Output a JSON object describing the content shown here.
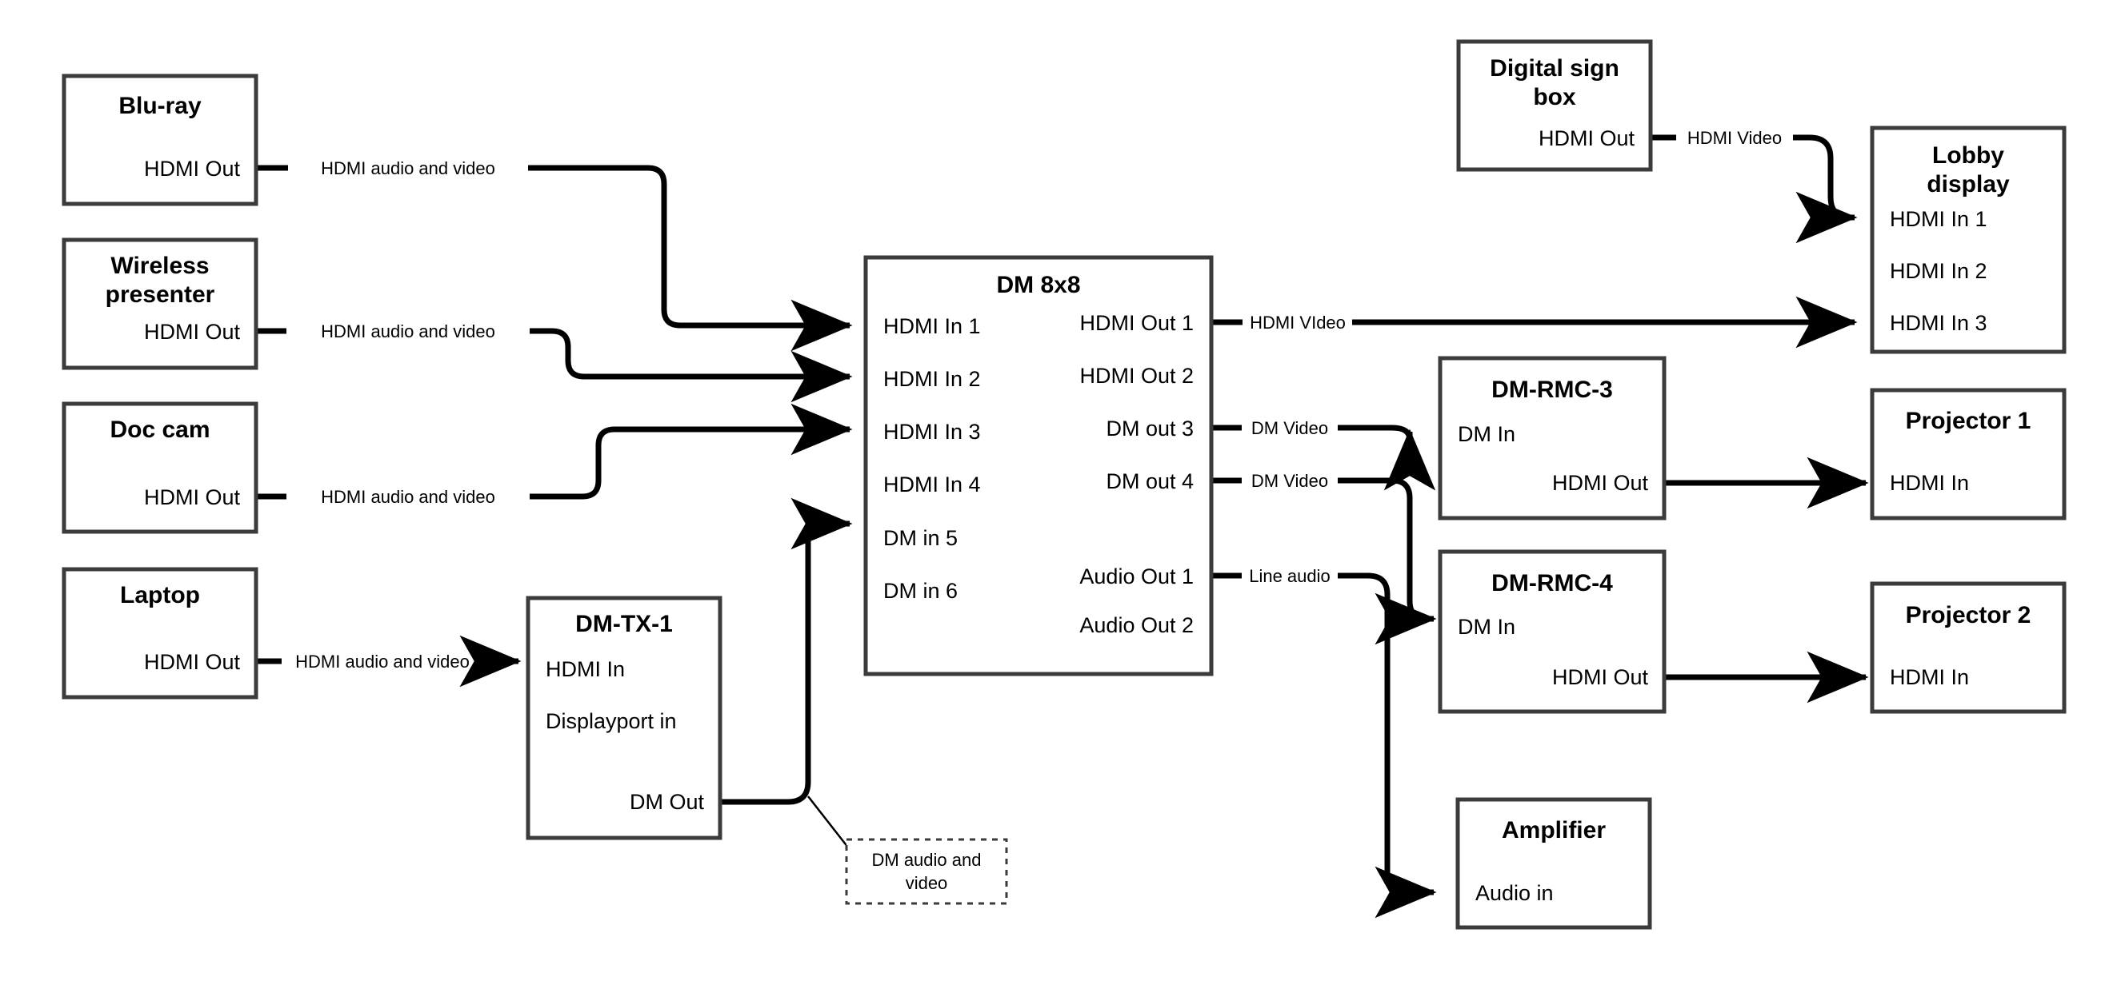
{
  "diagram": {
    "title": "AV signal flow diagram",
    "colors": {
      "box_stroke": "#3b3b3b",
      "wire": "#000000",
      "background": "#ffffff"
    },
    "nodes": [
      {
        "id": "blu-ray",
        "title": "Blu-ray",
        "ports_right": [
          "HDMI Out"
        ],
        "ports_left": []
      },
      {
        "id": "wireless-presenter",
        "title": "Wireless presenter",
        "title_lines": [
          "Wireless",
          "presenter"
        ],
        "ports_right": [
          "HDMI Out"
        ],
        "ports_left": []
      },
      {
        "id": "doc-cam",
        "title": "Doc cam",
        "ports_right": [
          "HDMI Out"
        ],
        "ports_left": []
      },
      {
        "id": "laptop",
        "title": "Laptop",
        "ports_right": [
          "HDMI Out"
        ],
        "ports_left": []
      },
      {
        "id": "dm-tx-1",
        "title": "DM-TX-1",
        "ports_left": [
          "HDMI In",
          "Displayport in"
        ],
        "ports_right": [
          "DM Out"
        ]
      },
      {
        "id": "dm-8x8",
        "title": "DM 8x8",
        "ports_left": [
          "HDMI In 1",
          "HDMI In 2",
          "HDMI In 3",
          "HDMI In 4",
          "DM in 5",
          "DM in 6"
        ],
        "ports_right": [
          "HDMI Out 1",
          "HDMI Out 2",
          "DM out 3",
          "DM out 4",
          "Audio Out 1",
          "Audio Out 2"
        ]
      },
      {
        "id": "digital-sign-box",
        "title": "Digital sign box",
        "title_lines": [
          "Digital sign",
          "box"
        ],
        "ports_right": [
          "HDMI Out"
        ]
      },
      {
        "id": "lobby-display",
        "title": "Lobby display",
        "title_lines": [
          "Lobby",
          "display"
        ],
        "ports_left": [
          "HDMI In 1",
          "HDMI In 2",
          "HDMI In 3"
        ]
      },
      {
        "id": "dm-rmc-3",
        "title": "DM-RMC-3",
        "ports_left": [
          "DM In"
        ],
        "ports_right": [
          "HDMI Out"
        ]
      },
      {
        "id": "dm-rmc-4",
        "title": "DM-RMC-4",
        "ports_left": [
          "DM In"
        ],
        "ports_right": [
          "HDMI Out"
        ]
      },
      {
        "id": "projector-1",
        "title": "Projector 1",
        "ports_left": [
          "HDMI In"
        ]
      },
      {
        "id": "projector-2",
        "title": "Projector 2",
        "ports_left": [
          "HDMI In"
        ]
      },
      {
        "id": "amplifier",
        "title": "Amplifier",
        "ports_left": [
          "Audio in"
        ]
      }
    ],
    "note": {
      "id": "dm-audio-video-note",
      "lines": [
        "DM audio and",
        "video"
      ]
    },
    "connections": [
      {
        "id": "bluray-to-hdmi-in-1",
        "label": "HDMI audio and video",
        "from": "blu-ray / HDMI Out",
        "to": "dm-8x8 / HDMI In 1"
      },
      {
        "id": "wireless-to-hdmi-in-2",
        "label": "HDMI audio and video",
        "from": "wireless-presenter / HDMI Out",
        "to": "dm-8x8 / HDMI In 2"
      },
      {
        "id": "doccam-to-hdmi-in-3",
        "label": "HDMI audio and video",
        "from": "doc-cam / HDMI Out",
        "to": "dm-8x8 / HDMI In 3"
      },
      {
        "id": "laptop-to-dmtx1",
        "label": "HDMI audio and video",
        "from": "laptop / HDMI Out",
        "to": "dm-tx-1 / HDMI In"
      },
      {
        "id": "dmtx1-to-dm-in-5",
        "label": "DM audio and video",
        "from": "dm-tx-1 / DM Out",
        "to": "dm-8x8 / DM in 5"
      },
      {
        "id": "hdmi-out-1-to-lobby-3",
        "label": "HDMI VIdeo",
        "from": "dm-8x8 / HDMI Out 1",
        "to": "lobby-display / HDMI In 3"
      },
      {
        "id": "dm-out-3-to-rmc-3",
        "label": "DM Video",
        "from": "dm-8x8 / DM out 3",
        "to": "dm-rmc-3 / DM In"
      },
      {
        "id": "dm-out-4-to-rmc-4",
        "label": "DM Video",
        "from": "dm-8x8 / DM out 4",
        "to": "dm-rmc-4 / DM In"
      },
      {
        "id": "audio-out-1-to-amplifier",
        "label": "Line audio",
        "from": "dm-8x8 / Audio Out 1",
        "to": "amplifier / Audio in"
      },
      {
        "id": "signbox-to-lobby-1",
        "label": "HDMI Video",
        "from": "digital-sign-box / HDMI Out",
        "to": "lobby-display / HDMI In 1"
      },
      {
        "id": "rmc-3-to-projector-1",
        "label": "",
        "from": "dm-rmc-3 / HDMI Out",
        "to": "projector-1 / HDMI In"
      },
      {
        "id": "rmc-4-to-projector-2",
        "label": "",
        "from": "dm-rmc-4 / HDMI Out",
        "to": "projector-2 / HDMI In"
      }
    ],
    "labels": {
      "hdmi_av": "HDMI audio and video",
      "hdmi_video_typo": "HDMI VIdeo",
      "hdmi_video": "HDMI Video",
      "dm_video": "DM Video",
      "line_audio": "Line audio"
    }
  }
}
